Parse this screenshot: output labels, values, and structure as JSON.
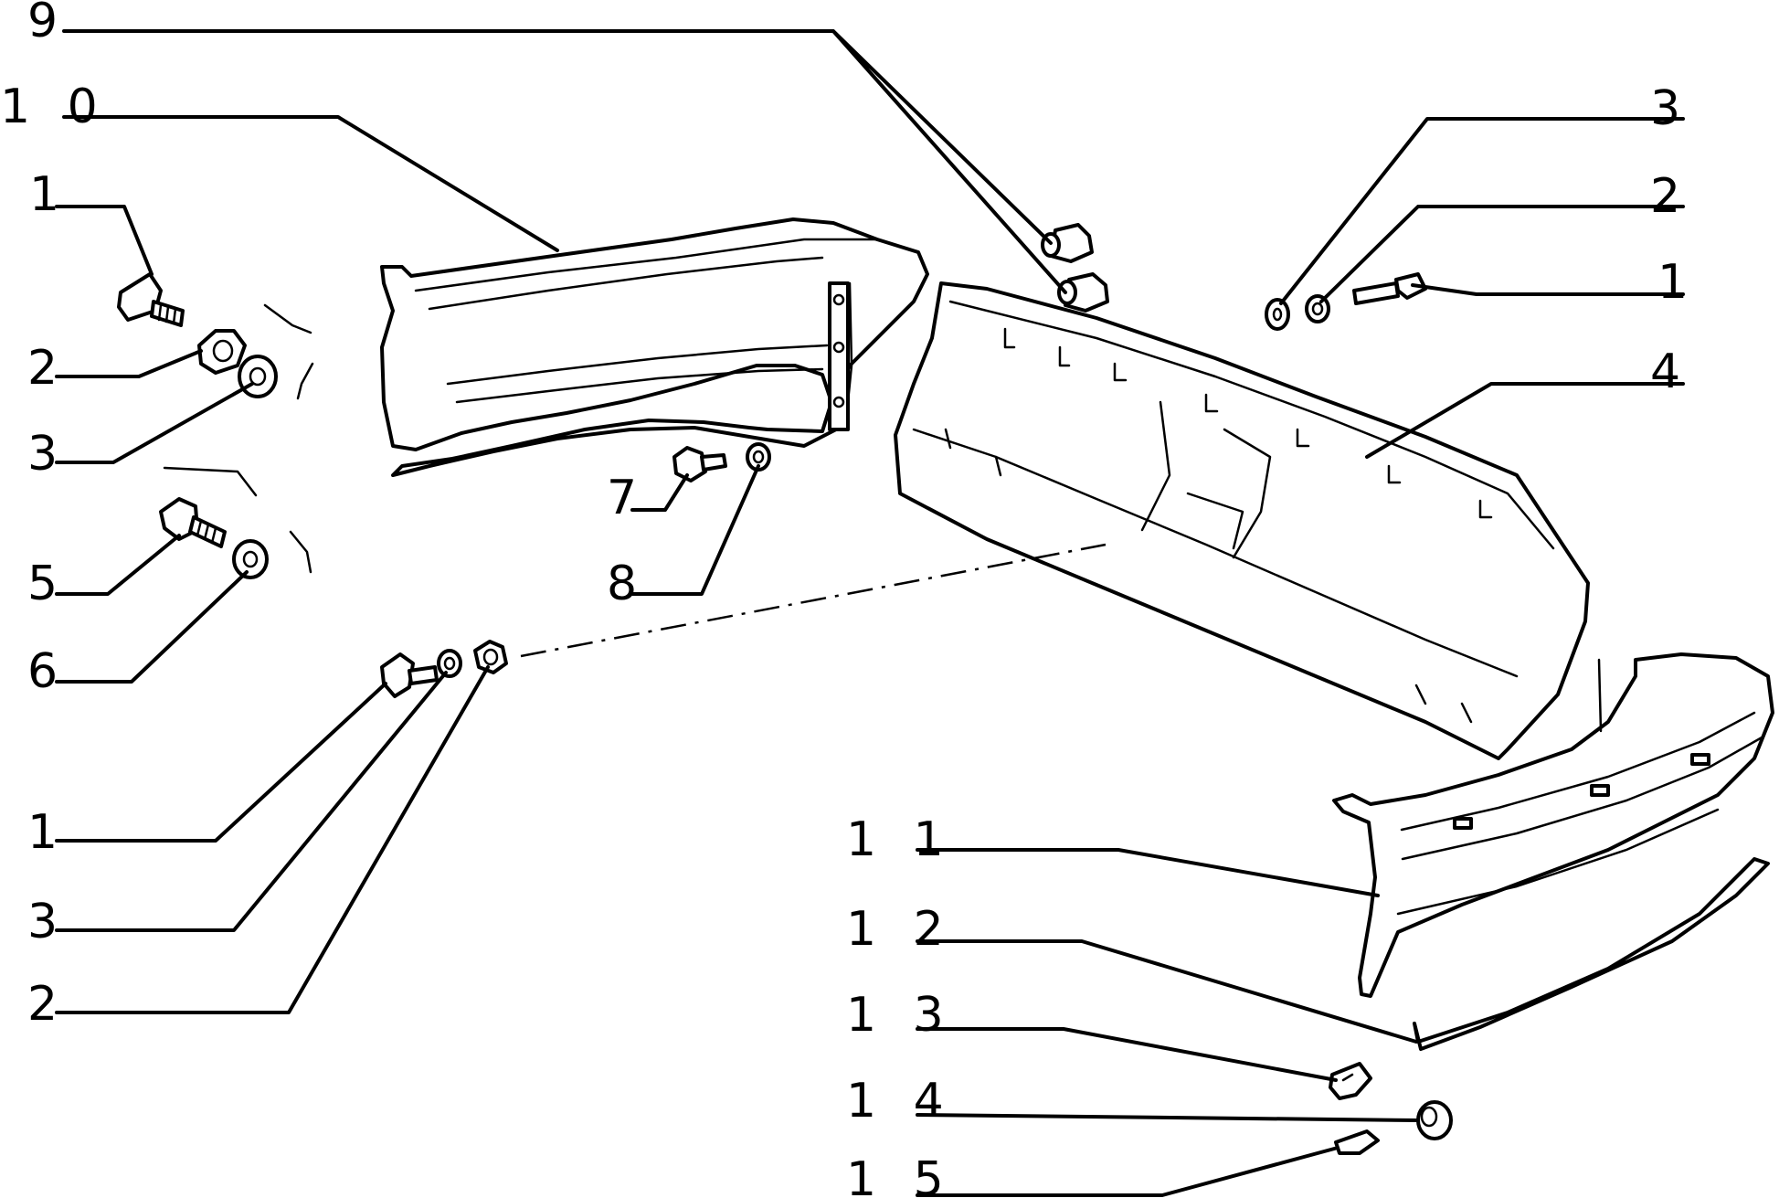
{
  "callouts": [
    {
      "id": "c-9",
      "text": "9"
    },
    {
      "id": "c-10",
      "text": "1 0"
    },
    {
      "id": "c-1a",
      "text": "1"
    },
    {
      "id": "c-2a",
      "text": "2"
    },
    {
      "id": "c-3a",
      "text": "3"
    },
    {
      "id": "c-5",
      "text": "5"
    },
    {
      "id": "c-6",
      "text": "6"
    },
    {
      "id": "c-7",
      "text": "7"
    },
    {
      "id": "c-8",
      "text": "8"
    },
    {
      "id": "c-1b",
      "text": "1"
    },
    {
      "id": "c-3b",
      "text": "3"
    },
    {
      "id": "c-2b",
      "text": "2"
    },
    {
      "id": "c-3c",
      "text": "3"
    },
    {
      "id": "c-2c",
      "text": "2"
    },
    {
      "id": "c-1c",
      "text": "1"
    },
    {
      "id": "c-4",
      "text": "4"
    },
    {
      "id": "c-11",
      "text": "1 1"
    },
    {
      "id": "c-12",
      "text": "1 2"
    },
    {
      "id": "c-13",
      "text": "1 3"
    },
    {
      "id": "c-14",
      "text": "1 4"
    },
    {
      "id": "c-15",
      "text": "1 5"
    }
  ]
}
